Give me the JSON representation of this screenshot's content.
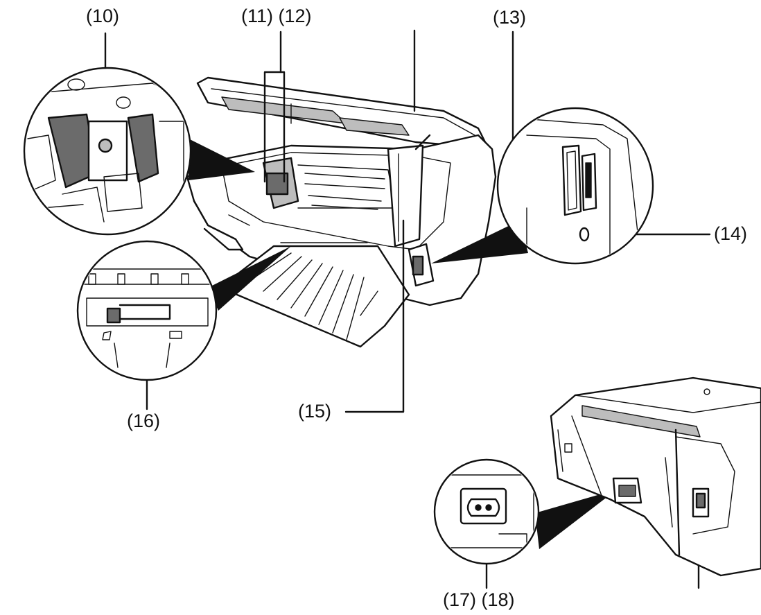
{
  "callouts": {
    "c10": "(10)",
    "c11_12": "(11) (12)",
    "c13": "(13)",
    "c14": "(14)",
    "c15": "(15)",
    "c16": "(16)",
    "c17_18": "(17) (18)"
  },
  "colors": {
    "line": "#111111",
    "background": "#ffffff",
    "shade": "#bdbdbd",
    "dark_shade": "#6b6b6b"
  }
}
